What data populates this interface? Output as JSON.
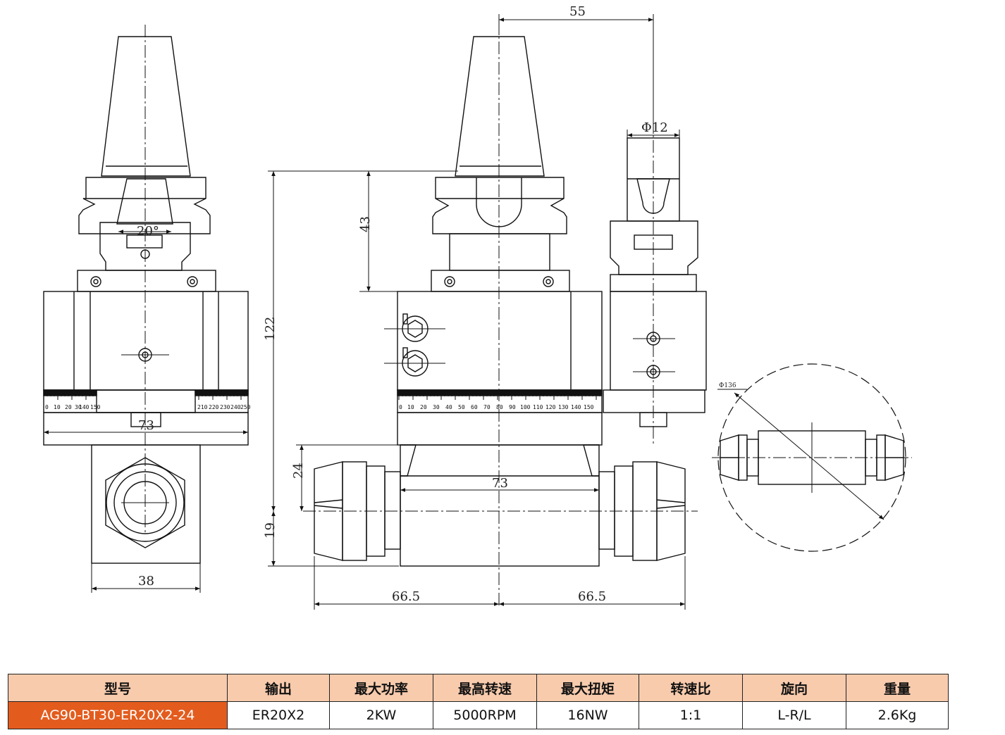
{
  "drawing": {
    "dimensions": {
      "top_offset": "55",
      "shank_diameter": "Φ12",
      "taper_angle": "20°",
      "height_to_flange": "43",
      "overall_height": "122",
      "spindle_drop": "24",
      "bottom_offset": "19",
      "front_body_width": "73",
      "side_body_width": "73",
      "nut_width": "38",
      "left_reach": "66.5",
      "right_reach": "66.5",
      "swing_diameter": "Φ136"
    },
    "scale_left_labels": [
      "0",
      "10",
      "20",
      "30",
      "140",
      "150"
    ],
    "scale_right_labels": [
      "210",
      "220",
      "230",
      "240",
      "250"
    ],
    "scale_mid_labels": [
      "0",
      "10",
      "20",
      "30",
      "40",
      "50",
      "60",
      "70",
      "80",
      "90",
      "100",
      "110",
      "120",
      "130",
      "140",
      "150"
    ]
  },
  "spec_table": {
    "headers": [
      "型号",
      "输出",
      "最大功率",
      "最高转速",
      "最大扭矩",
      "转速比",
      "旋向",
      "重量"
    ],
    "row": [
      "AG90-BT30-ER20X2-24",
      "ER20X2",
      "2KW",
      "5000RPM",
      "16NW",
      "1:1",
      "L-R/L",
      "2.6Kg"
    ]
  },
  "colors": {
    "header_bg": "#f8cbad",
    "model_cell_bg": "#e35c1e",
    "model_cell_text": "#ffffff",
    "line": "#111111"
  }
}
